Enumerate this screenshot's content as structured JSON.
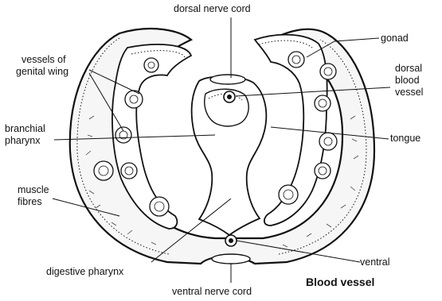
{
  "labels": {
    "dorsal_nerve_cord": "dorsal nerve cord",
    "gonad": "gonad",
    "vessels_of_genital_wing_1": "vessels of",
    "vessels_of_genital_wing_2": "genital wing",
    "dorsal_blood_vessel_1": "dorsal",
    "dorsal_blood_vessel_2": "blood",
    "dorsal_blood_vessel_3": "vessel",
    "branchial_pharynx_1": "branchial",
    "branchial_pharynx_2": "pharynx",
    "tongue": "tongue",
    "muscle_fibres_1": "muscle",
    "muscle_fibres_2": "fibres",
    "digestive_pharynx": "digestive pharynx",
    "ventral": "ventral",
    "ventral_nerve_cord": "ventral nerve cord",
    "blood_vessel": "Blood vessel"
  }
}
